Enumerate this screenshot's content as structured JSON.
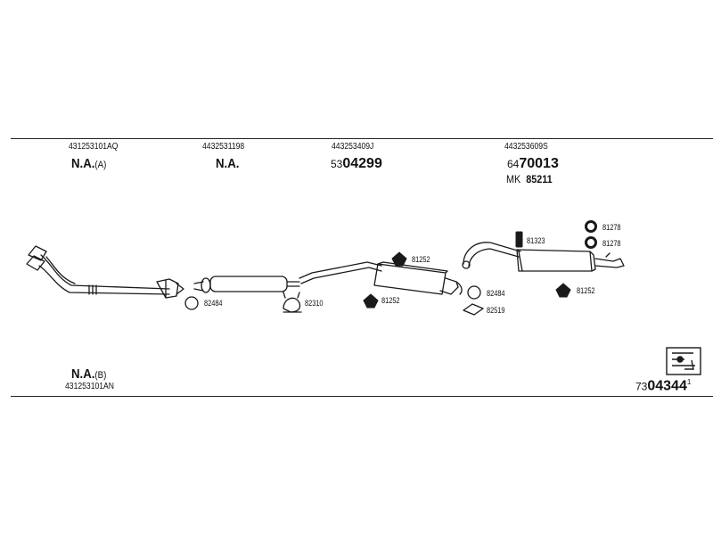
{
  "columns": [
    {
      "code": "431253101AQ",
      "label": "N.A.",
      "suffix": "(A)"
    },
    {
      "code": "4432531198",
      "label": "N.A.",
      "suffix": ""
    },
    {
      "code": "443253409J",
      "num_prefix": "53",
      "num_main": "04299"
    },
    {
      "code": "443253609S",
      "num_prefix": "64",
      "num_main": "70013",
      "mk_label": "MK",
      "mk_value": "85211"
    }
  ],
  "bottom_left": {
    "label": "N.A.",
    "suffix": "(B)",
    "code": "431253101AN"
  },
  "bottom_right": {
    "num_prefix": "73",
    "num_main": "04344",
    "num_sup": "1"
  },
  "parts": {
    "p82484a": "82484",
    "p82310": "82310",
    "p81252a": "81252",
    "p81252b": "81252",
    "p82484b": "82484",
    "p82519": "82519",
    "p81323": "81323",
    "p81278a": "81278",
    "p81278b": "81278",
    "p81252c": "81252"
  },
  "icons": [
    "ring-icon",
    "clamp-icon",
    "rubber-hanger-icon",
    "gasket-icon",
    "bolt-icon",
    "kit-box-icon"
  ]
}
